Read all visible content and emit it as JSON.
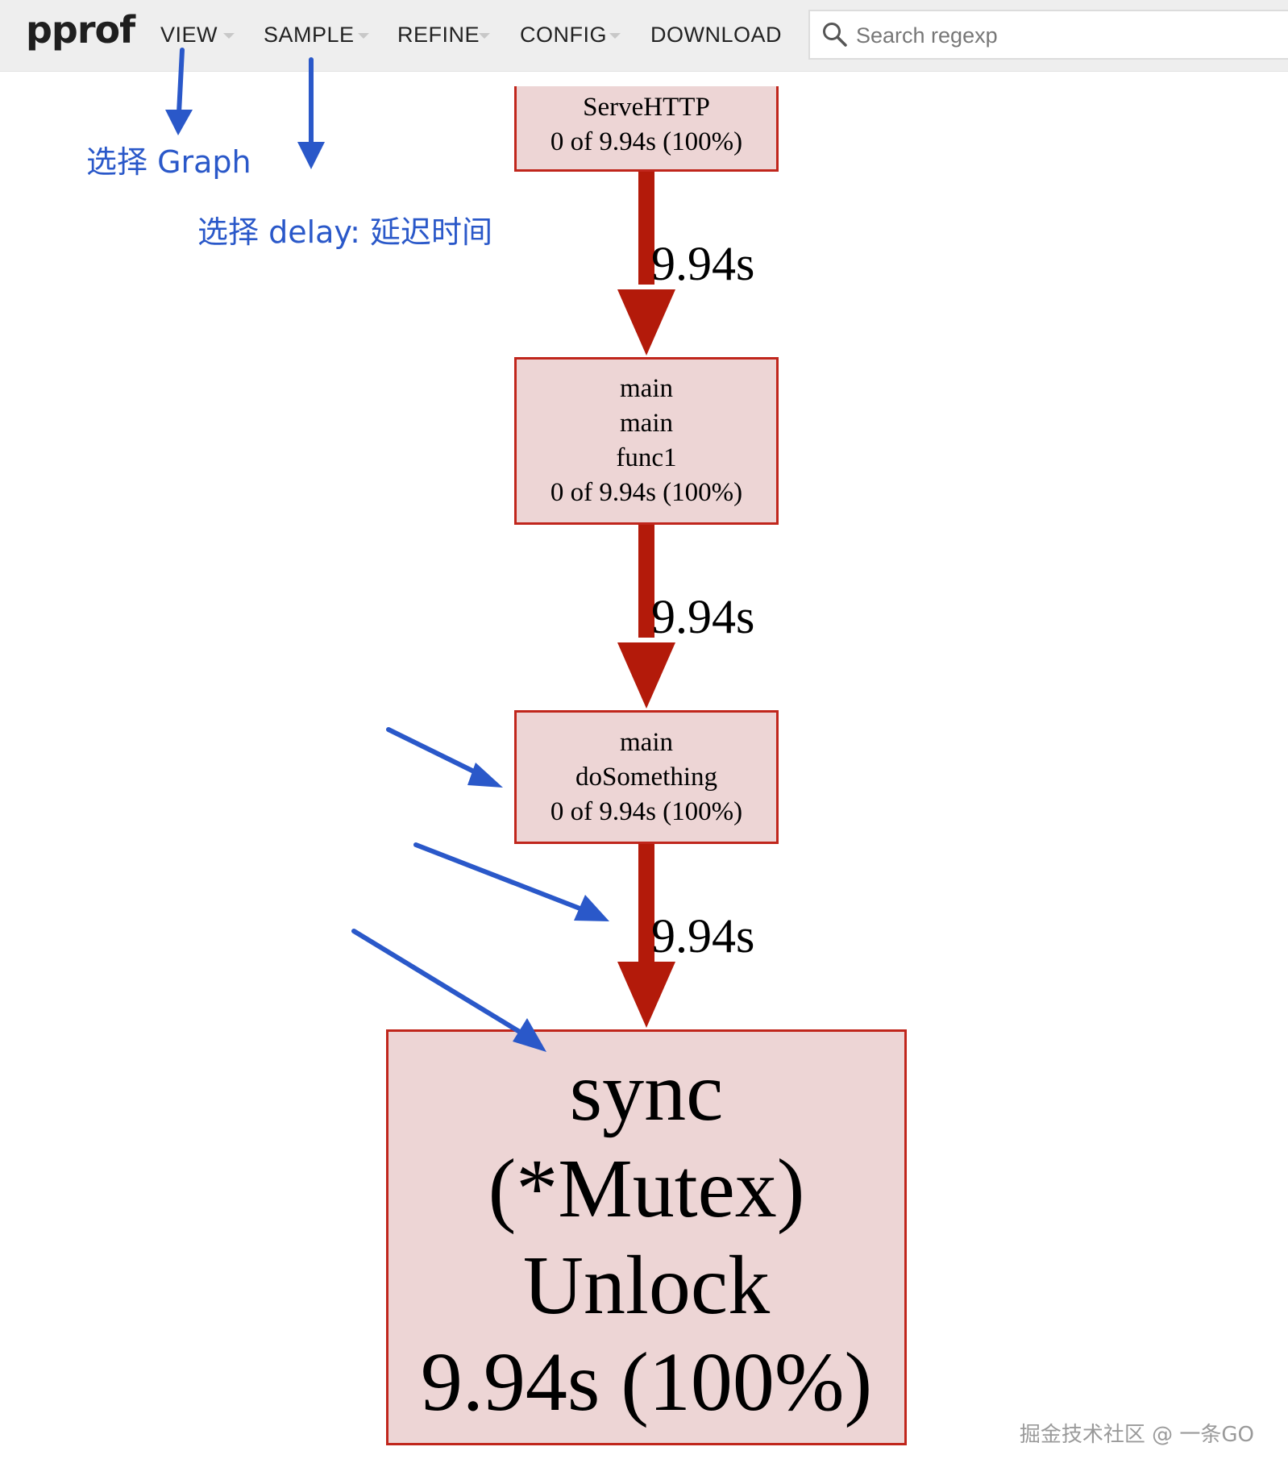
{
  "app": {
    "logo": "pprof"
  },
  "menu": {
    "view": "VIEW",
    "sample": "SAMPLE",
    "refine": "REFINE",
    "config": "CONFIG",
    "download": "DOWNLOAD"
  },
  "search": {
    "placeholder": "Search regexp",
    "value": ""
  },
  "graph": {
    "nodes": [
      {
        "lines": [
          "ServeHTTP",
          "0 of 9.94s (100%)"
        ]
      },
      {
        "lines": [
          "main",
          "main",
          "func1",
          "0 of 9.94s (100%)"
        ]
      },
      {
        "lines": [
          "main",
          "doSomething",
          "0 of 9.94s (100%)"
        ]
      },
      {
        "lines": [
          "sync",
          "(*Mutex)",
          "Unlock",
          "9.94s (100%)"
        ]
      }
    ],
    "edges": [
      {
        "label": "9.94s"
      },
      {
        "label": "9.94s"
      },
      {
        "label": "9.94s"
      }
    ],
    "colors": {
      "edge": "#b31a0a",
      "node_fill": "#edd5d5",
      "node_border": "#c0261c"
    }
  },
  "annotations": {
    "select_graph": "选择 Graph",
    "select_delay": "选择 delay: 延迟时间",
    "arrow_color": "#2a58c9"
  },
  "watermark": "掘金技术社区 @ 一条GO"
}
